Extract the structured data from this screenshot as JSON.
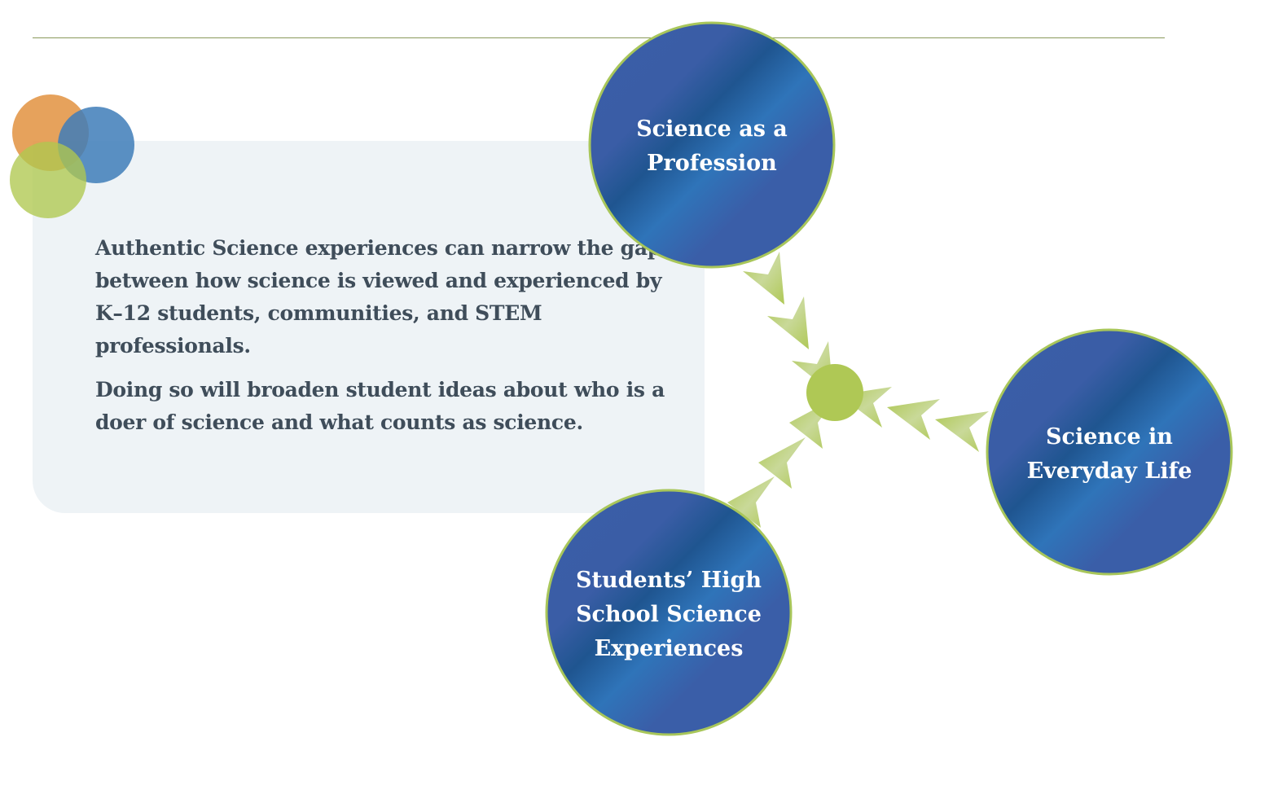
{
  "text_box": {
    "paragraph1": "Authentic Science experiences can narrow the gap between how science is viewed and experienced by K–12 students, communities, and STEM professionals.",
    "paragraph2": "Doing so will broaden student ideas about who is a doer of science and what counts as science."
  },
  "nodes": {
    "profession": "Science as a Profession",
    "everyday": "Science in Everyday Life",
    "students": "Students’ High School Science Experiences"
  },
  "colors": {
    "accent_green": "#afc855",
    "circle_blue": "#3b5ea8",
    "text": "#3f4d5a",
    "box_bg": "#eef3f6",
    "logo_orange": "#e49a4e",
    "logo_blue": "#4f8cc0",
    "logo_green": "#b7cf63"
  }
}
